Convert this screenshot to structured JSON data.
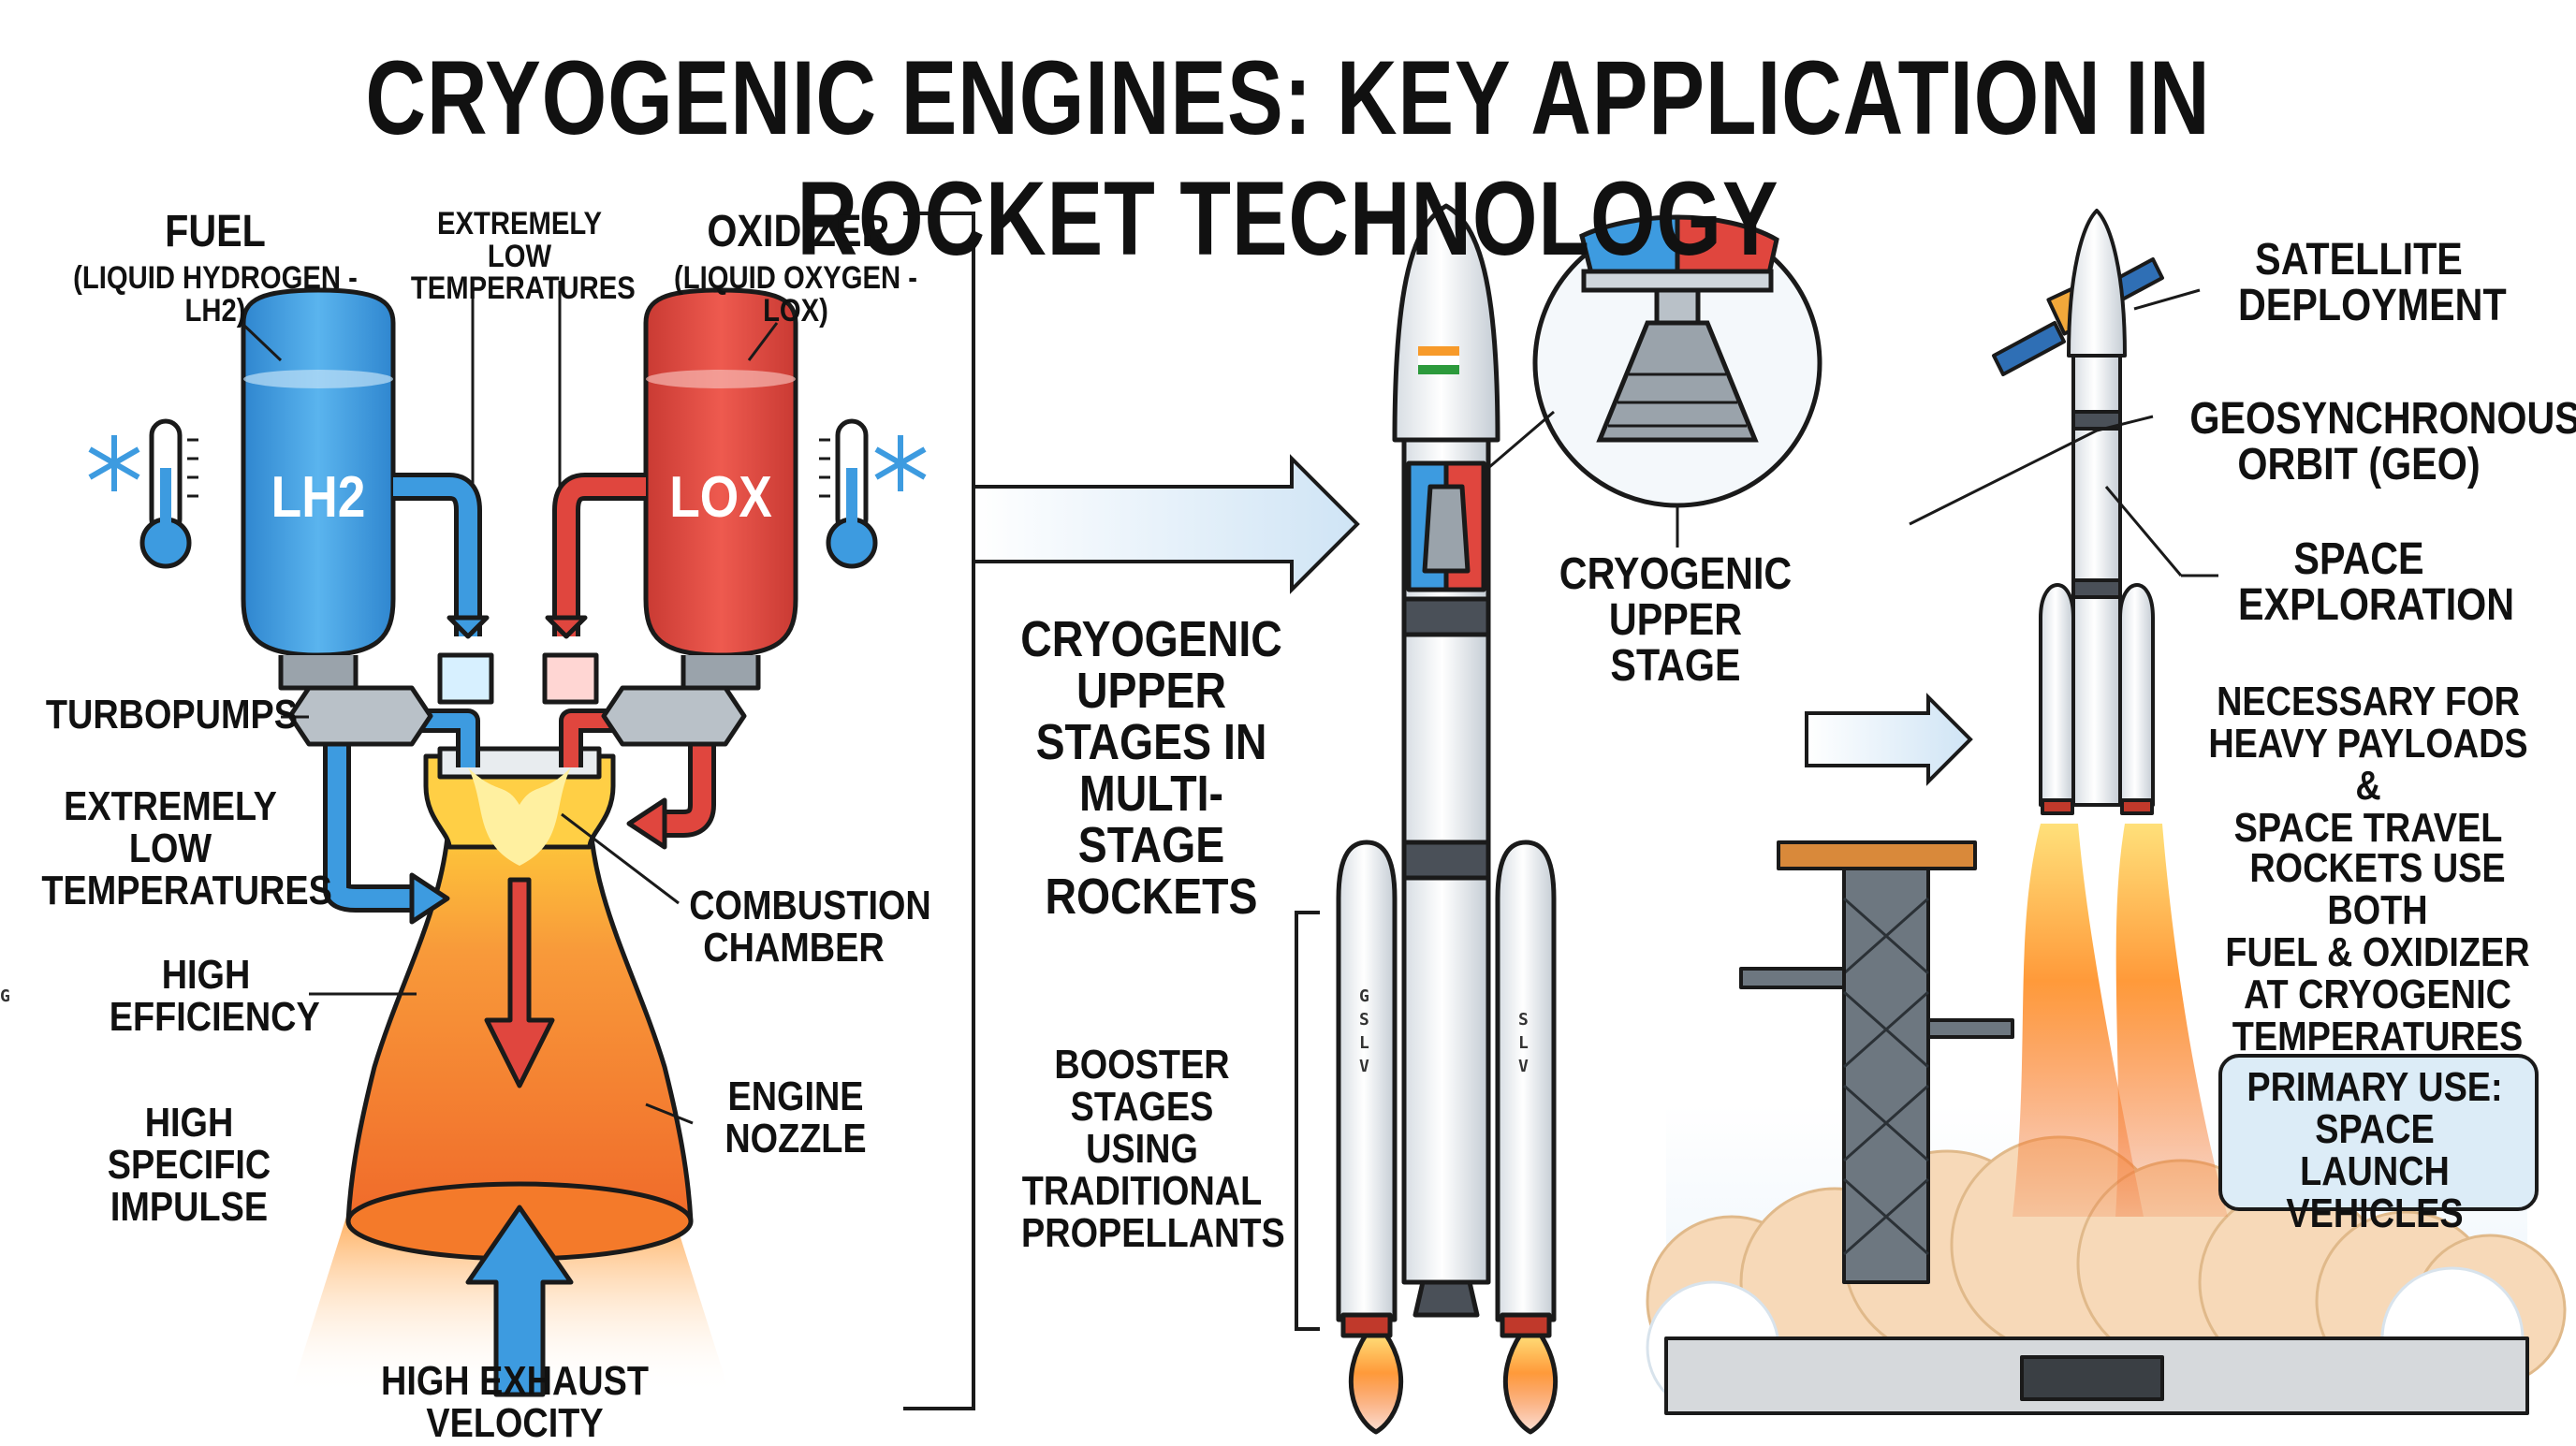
{
  "title": "CRYOGENIC ENGINES: KEY APPLICATION IN ROCKET TECHNOLOGY",
  "engine": {
    "fuel_title": "FUEL",
    "fuel_sub": "(LIQUID HYDROGEN - LH2)",
    "low_temp_top": "EXTREMELY LOW\nTEMPERATURES",
    "oxidizer_title": "OXIDIZER",
    "oxidizer_sub": "(LIQUID OXYGEN - LOX)",
    "tank_lh2": "LH2",
    "tank_lox": "LOX",
    "turbopumps": "TURBOPUMPS",
    "low_temp_side": "EXTREMELY LOW\nTEMPERATURES",
    "high_efficiency": "HIGH\nEFFICIENCY",
    "high_specific_impulse": "HIGH SPECIFIC\nIMPULSE",
    "combustion_chamber": "COMBUSTION\nCHAMBER",
    "engine_nozzle": "ENGINE\nNOZZLE",
    "exhaust_velocity": "HIGH EXHAUST VELOCITY"
  },
  "stages": {
    "upper_stages": "CRYOGENIC\nUPPER\nSTAGES IN\nMULTI-STAGE\nROCKETS",
    "booster_stages": "BOOSTER\nSTAGES USING\nTRADITIONAL\nPROPELLANTS",
    "cryogenic_upper_stage": "CRYOGENIC\nUPPER STAGE",
    "booster_marking": "GSLV"
  },
  "applications": {
    "satellite": "SATELLITE\nDEPLOYMENT",
    "geo": "GEOSYNCHRONOUS\nORBIT (GEO)",
    "space": "SPACE\nEXPLORATION",
    "heavy": "NECESSARY FOR\nHEAVY PAYLOADS &\nSPACE TRAVEL",
    "both": "ROCKETS USE BOTH\nFUEL & OXIDIZER\nAT CRYOGENIC\nTEMPERATURES",
    "primary": "PRIMARY USE:\nSPACE LAUNCH\nVEHICLES"
  },
  "colors": {
    "lh2_blue": "#3d9be0",
    "lox_red": "#e0463e",
    "flame_orange": "#f47a2a",
    "flame_yellow": "#ffd23a",
    "outline": "#1a1a1a"
  }
}
